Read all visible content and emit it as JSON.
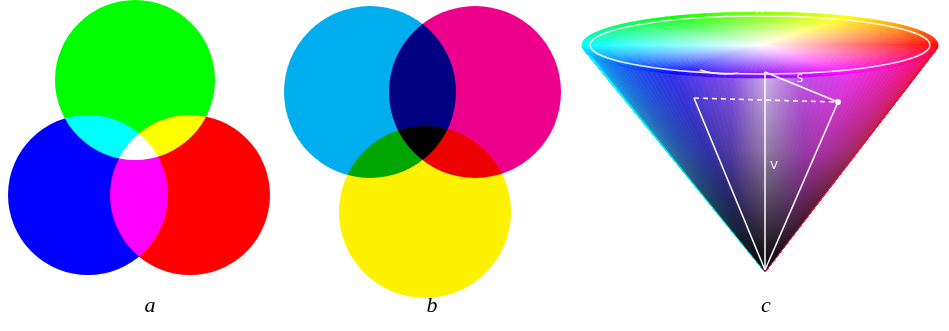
{
  "diagram": {
    "labels": [
      "a",
      "b",
      "c",
      "H",
      "S",
      "V"
    ]
  }
}
